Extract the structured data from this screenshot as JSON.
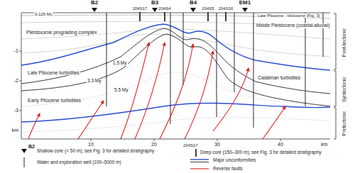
{
  "diagram": {
    "labels": [
      "B2",
      "204S17",
      "B3",
      "204S4",
      "B4",
      "204S5",
      "204S16",
      "EM1",
      "0.125 My",
      "Late Pliocene - Holocene (Fig. 3)",
      "Middle Pleistocene (coastal-alluvial)",
      "Pleistocene prograding complex",
      "1.5 My",
      "3.3 My",
      "5.5 My",
      "Late Pliocene turbidites",
      "Early Pliocene turbidites",
      "Calabrian turbidites",
      "Post-tectonic",
      "Syntectonic",
      "Pretectonic",
      "-1",
      "-2",
      "-3",
      "km",
      "10",
      "20",
      "30",
      "40",
      "km",
      "B2",
      "204S17"
    ],
    "legend": [
      {
        "text": "Shallow core (< 50 m); see Fig. 3 for detailed stratigraphy"
      },
      {
        "text": "Deep core (150–300 m); see Fig. 3 for detailed stratigraphy"
      },
      {
        "text": "Water and exploration well (100–5000 m)"
      },
      {
        "text": "Major unconformities"
      },
      {
        "text": "Reverse faults"
      }
    ]
  }
}
